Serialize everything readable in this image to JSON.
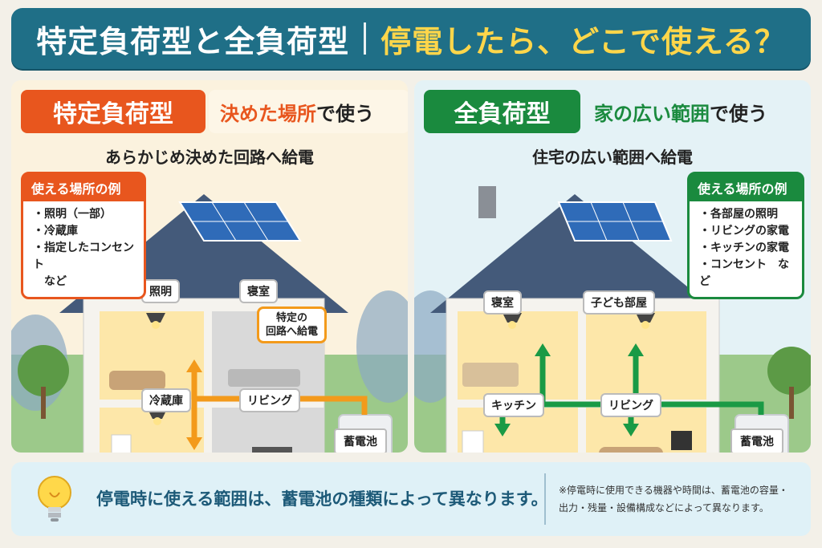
{
  "header": {
    "title_left": "特定負荷型と全負荷型",
    "title_right": "停電したら、どこで使える？"
  },
  "left_panel": {
    "tag": "特定負荷型",
    "subtitle_highlight": "決めた場所",
    "subtitle_rest": "で使う",
    "caption": "あらかじめ決めた回路へ給電",
    "callout": {
      "heading": "使える場所の例",
      "items": [
        "・照明（一部）",
        "・冷蔵庫",
        "・指定したコンセント",
        "　など"
      ]
    },
    "rooms": {
      "lighting": "照明",
      "bedroom": "寝室",
      "fridge": "冷蔵庫",
      "living": "リビング"
    },
    "circuit_label_line1": "特定の",
    "circuit_label_line2": "回路へ給電",
    "battery": "蓄電池"
  },
  "right_panel": {
    "tag": "全負荷型",
    "subtitle_highlight": "家の広い範囲",
    "subtitle_rest": "で使う",
    "caption": "住宅の広い範囲へ給電",
    "callout": {
      "heading": "使える場所の例",
      "items": [
        "・各部屋の照明",
        "・リビングの家電",
        "・キッチンの家電",
        "・コンセント　など"
      ]
    },
    "rooms": {
      "bedroom": "寝室",
      "kids_room": "子ども部屋",
      "kitchen": "キッチン",
      "living": "リビング"
    },
    "battery": "蓄電池"
  },
  "footer": {
    "main": "停電時に使える範囲は、蓄電池の種類によって異なります。",
    "note_line1": "※停電時に使用できる機器や時間は、蓄電池の容量・",
    "note_line2": "出力・残量・設備構成などによって異なります。"
  },
  "colors": {
    "header_bg": "#1f6f87",
    "header_accent": "#ffd64a",
    "orange": "#e8561e",
    "circuit_orange": "#f39a1b",
    "green": "#1a8a3e"
  }
}
